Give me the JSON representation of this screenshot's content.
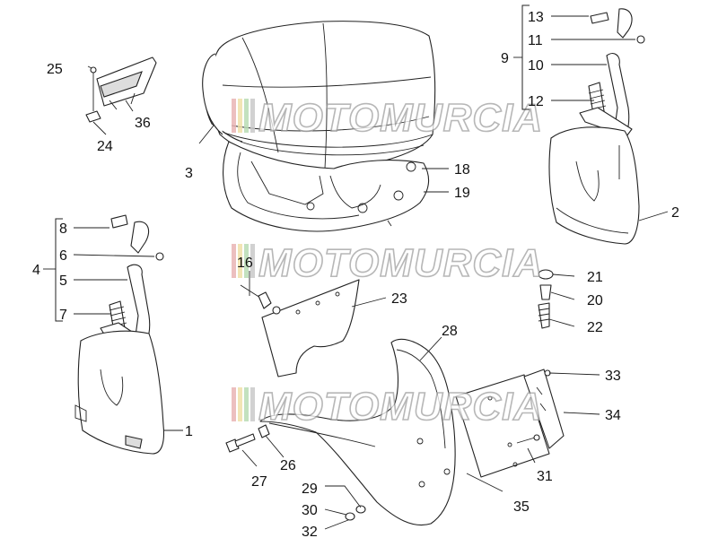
{
  "watermark": {
    "text": "MOTOMURCIA",
    "stripe_colors": [
      "#e9b4b4",
      "#f0e0a8",
      "#b9dcb4",
      "#c9c9c9"
    ]
  },
  "colors": {
    "ink": "#222222",
    "background": "#ffffff"
  },
  "callouts": {
    "c1": "1",
    "c2": "2",
    "c3": "3",
    "c4": "4",
    "c5": "5",
    "c6": "6",
    "c7": "7",
    "c8": "8",
    "c9": "9",
    "c10": "10",
    "c11": "11",
    "c12": "12",
    "c13": "13",
    "c16": "16",
    "c18": "18",
    "c19": "19",
    "c20": "20",
    "c21": "21",
    "c22": "22",
    "c23": "23",
    "c24": "24",
    "c25": "25",
    "c26": "26",
    "c27": "27",
    "c28": "28",
    "c29": "29",
    "c30": "30",
    "c31": "31",
    "c32": "32",
    "c33": "33",
    "c34": "34",
    "c35": "35",
    "c36": "36"
  }
}
